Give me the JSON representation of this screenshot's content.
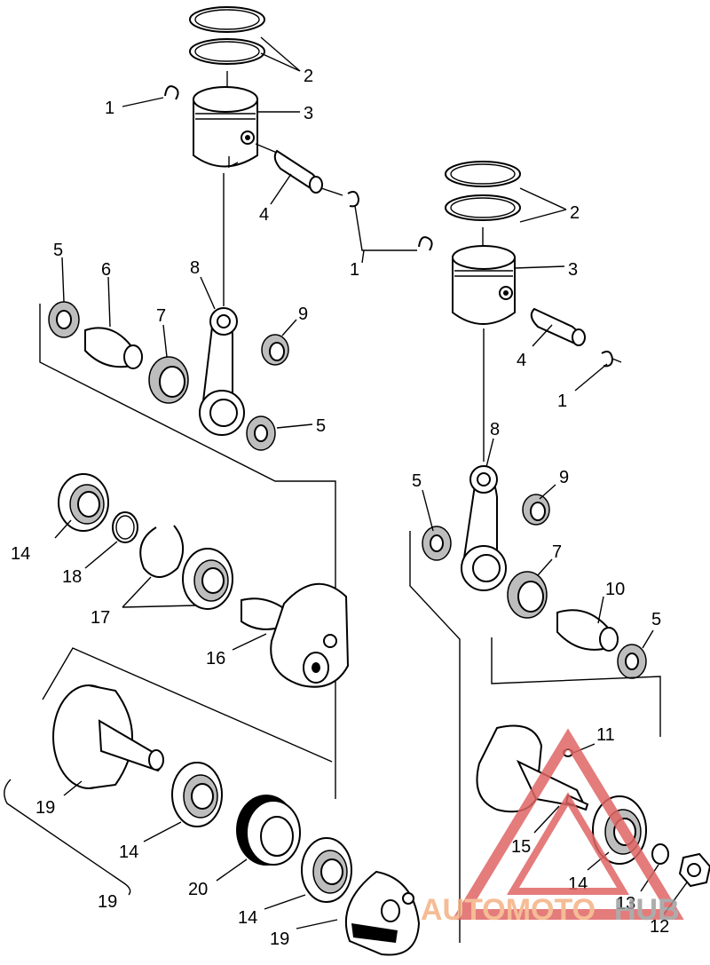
{
  "callouts": {
    "c1a": "1",
    "c1b": "1",
    "c1c": "1",
    "c2a": "2",
    "c2b": "2",
    "c3a": "3",
    "c3b": "3",
    "c4a": "4",
    "c4b": "4",
    "c5a": "5",
    "c5b": "5",
    "c5c": "5",
    "c5d": "5",
    "c6": "6",
    "c7a": "7",
    "c7b": "7",
    "c8a": "8",
    "c8b": "8",
    "c9a": "9",
    "c9b": "9",
    "c10": "10",
    "c11": "11",
    "c12": "12",
    "c13": "13",
    "c14a": "14",
    "c14b": "14",
    "c14c": "14",
    "c14d": "14",
    "c15": "15",
    "c16": "16",
    "c17": "17",
    "c18": "18",
    "c19a": "19",
    "c19b": "19",
    "c19c": "19",
    "c20": "20"
  },
  "watermark": {
    "word_a": "AUTOMOTO",
    "word_b": "HUB",
    "color_a": "#f4b183",
    "color_b": "#9e9e9e",
    "triangle_color": "#e06666"
  }
}
